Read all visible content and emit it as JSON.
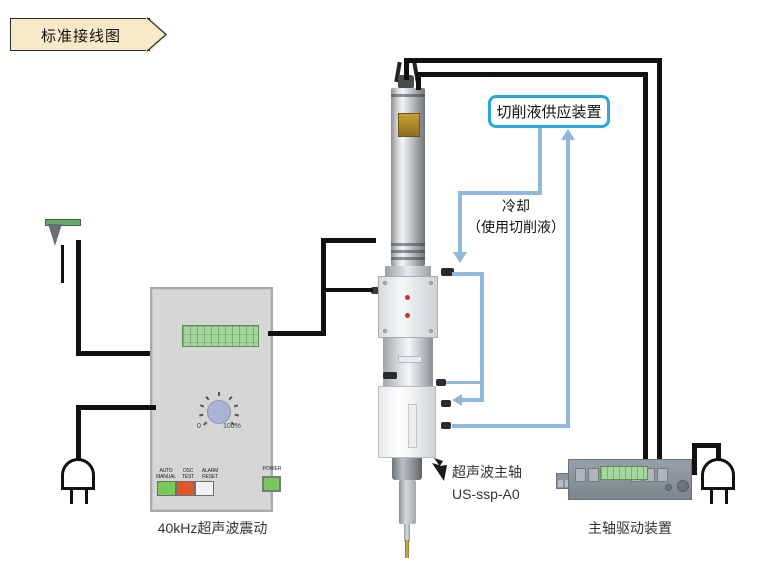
{
  "title_banner": {
    "label": "标准接线图"
  },
  "components": {
    "transducer": {
      "name": "ultrasonic-transducer"
    },
    "generator": {
      "caption": "40kHz超声波震动",
      "display_value": "",
      "knob": {
        "min_label": "0",
        "max_label": "100%"
      },
      "buttons": [
        {
          "line1": "AUTO",
          "line2": "MANUAL",
          "color": "#7ac85a"
        },
        {
          "line1": "OSC",
          "line2": "TEST",
          "color": "#e0552b"
        },
        {
          "line1": "ALARM",
          "line2": "RESET",
          "color": "#f2eff6"
        }
      ],
      "power_button": {
        "label": "POWER",
        "color": "#7ac85a"
      }
    },
    "spindle": {
      "callout_line1": "超声波主轴",
      "callout_line2": "US-ssp-A0"
    },
    "fluid_supply": {
      "label": "切削液供应装置",
      "border_color": "#2aa7e0"
    },
    "cooling_note": {
      "line1": "冷却",
      "line2": "（使用切削液）"
    },
    "drive_unit": {
      "caption": "主轴驱动装置",
      "display_value": ""
    }
  },
  "colors": {
    "wire": "#111111",
    "hose": "#8fb8dc",
    "banner_fill": "#f8e9c8",
    "accent_blue": "#2aa7e0",
    "lcd_green": "#a5d6a0"
  },
  "icons": {
    "plug_left": "power-plug-icon",
    "plug_right": "power-plug-icon",
    "callout_arrow": "arrow-pointer-icon"
  }
}
